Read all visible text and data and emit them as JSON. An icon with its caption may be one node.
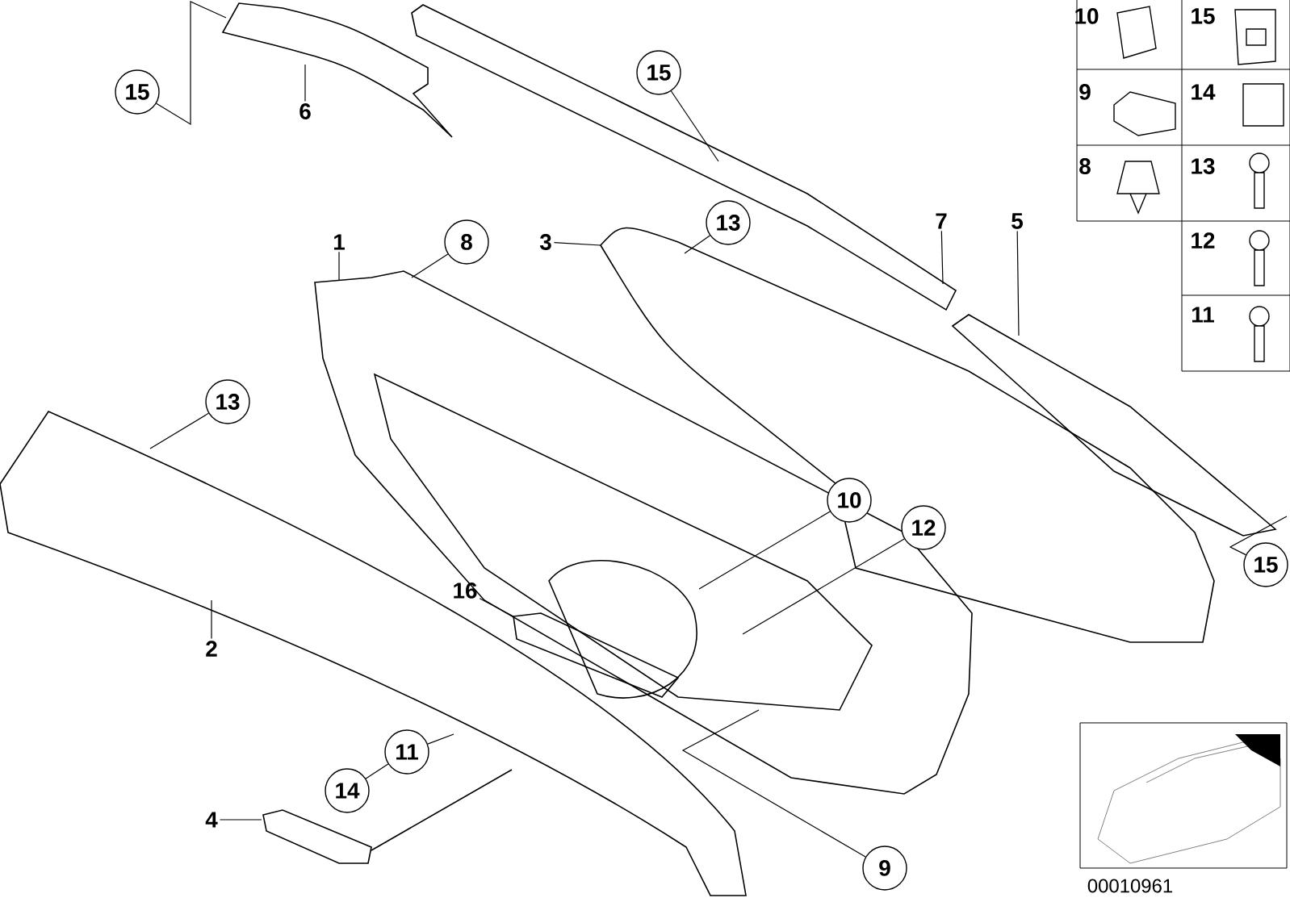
{
  "diagram": {
    "nodes": [
      {
        "text": [
          "15"
        ]
      },
      {
        "text": [
          "6"
        ]
      },
      {
        "text": [
          "15"
        ]
      },
      {
        "text": [
          "1"
        ]
      },
      {
        "text": [
          "8"
        ]
      },
      {
        "text": [
          "3"
        ]
      },
      {
        "text": [
          "13"
        ]
      },
      {
        "text": [
          "7"
        ]
      },
      {
        "text": [
          "5"
        ]
      },
      {
        "text": [
          "13"
        ]
      },
      {
        "text": [
          "10"
        ]
      },
      {
        "text": [
          "12"
        ]
      },
      {
        "text": [
          "15"
        ]
      },
      {
        "text": [
          "16"
        ]
      },
      {
        "text": [
          "2"
        ]
      },
      {
        "text": [
          "11"
        ]
      },
      {
        "text": [
          "14"
        ]
      },
      {
        "text": [
          "4"
        ]
      },
      {
        "text": [
          "9"
        ]
      },
      {
        "text": [],
        "shape": "picture"
      }
    ],
    "edges": [
      {
        "from": 0,
        "to": null,
        "arrow": "none"
      },
      {
        "from": 1,
        "to": null,
        "arrow": "none"
      },
      {
        "from": 2,
        "to": null,
        "arrow": "none"
      },
      {
        "from": 3,
        "to": null,
        "arrow": "none"
      },
      {
        "from": 4,
        "to": null,
        "arrow": "none"
      },
      {
        "from": 5,
        "to": null,
        "arrow": "none"
      },
      {
        "from": 6,
        "to": null,
        "arrow": "none"
      },
      {
        "from": 7,
        "to": null,
        "arrow": "none"
      },
      {
        "from": 8,
        "to": null,
        "arrow": "none"
      },
      {
        "from": 9,
        "to": null,
        "arrow": "none"
      },
      {
        "from": 10,
        "to": null,
        "arrow": "none"
      },
      {
        "from": 11,
        "to": null,
        "arrow": "none"
      },
      {
        "from": 12,
        "to": null,
        "arrow": "none"
      },
      {
        "from": 13,
        "to": null,
        "arrow": "none"
      },
      {
        "from": 14,
        "to": null,
        "arrow": "none"
      },
      {
        "from": 15,
        "to": null,
        "arrow": "none"
      },
      {
        "from": 16,
        "to": 15,
        "arrow": "none"
      },
      {
        "from": 17,
        "to": null,
        "arrow": "none"
      },
      {
        "from": 18,
        "to": null,
        "arrow": "none"
      }
    ],
    "labels": [
      "10",
      "15",
      "9",
      "14",
      "8",
      "13",
      "12",
      "11",
      "00010961"
    ]
  }
}
